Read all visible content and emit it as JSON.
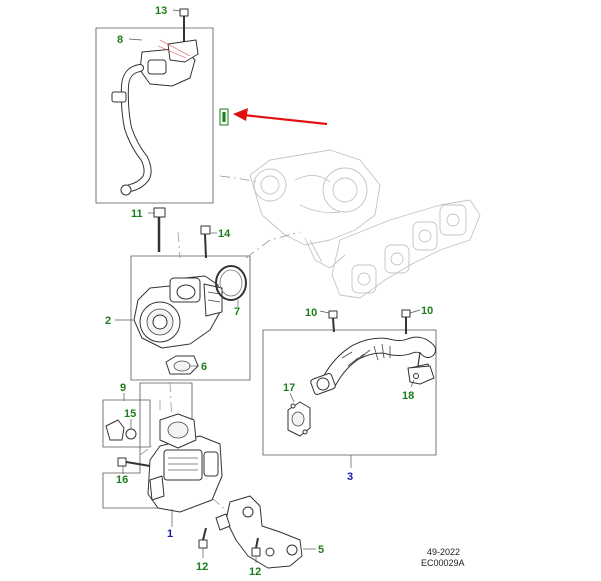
{
  "callouts": {
    "c13": "13",
    "c8": "8",
    "c11": "11",
    "c14": "14",
    "c2": "2",
    "c7": "7",
    "c6": "6",
    "c10a": "10",
    "c10b": "10",
    "c17": "17",
    "c18": "18",
    "c9": "9",
    "c15": "15",
    "c16": "16",
    "c3": "3",
    "c1": "1",
    "c5": "5",
    "c12a": "12",
    "c12b": "12"
  },
  "footer": {
    "date": "49-2022",
    "code": "EC00029A"
  },
  "colors": {
    "label_green": "#1e7d1e",
    "label_blue": "#1a1aa8",
    "arrow_red": "#e01010"
  }
}
